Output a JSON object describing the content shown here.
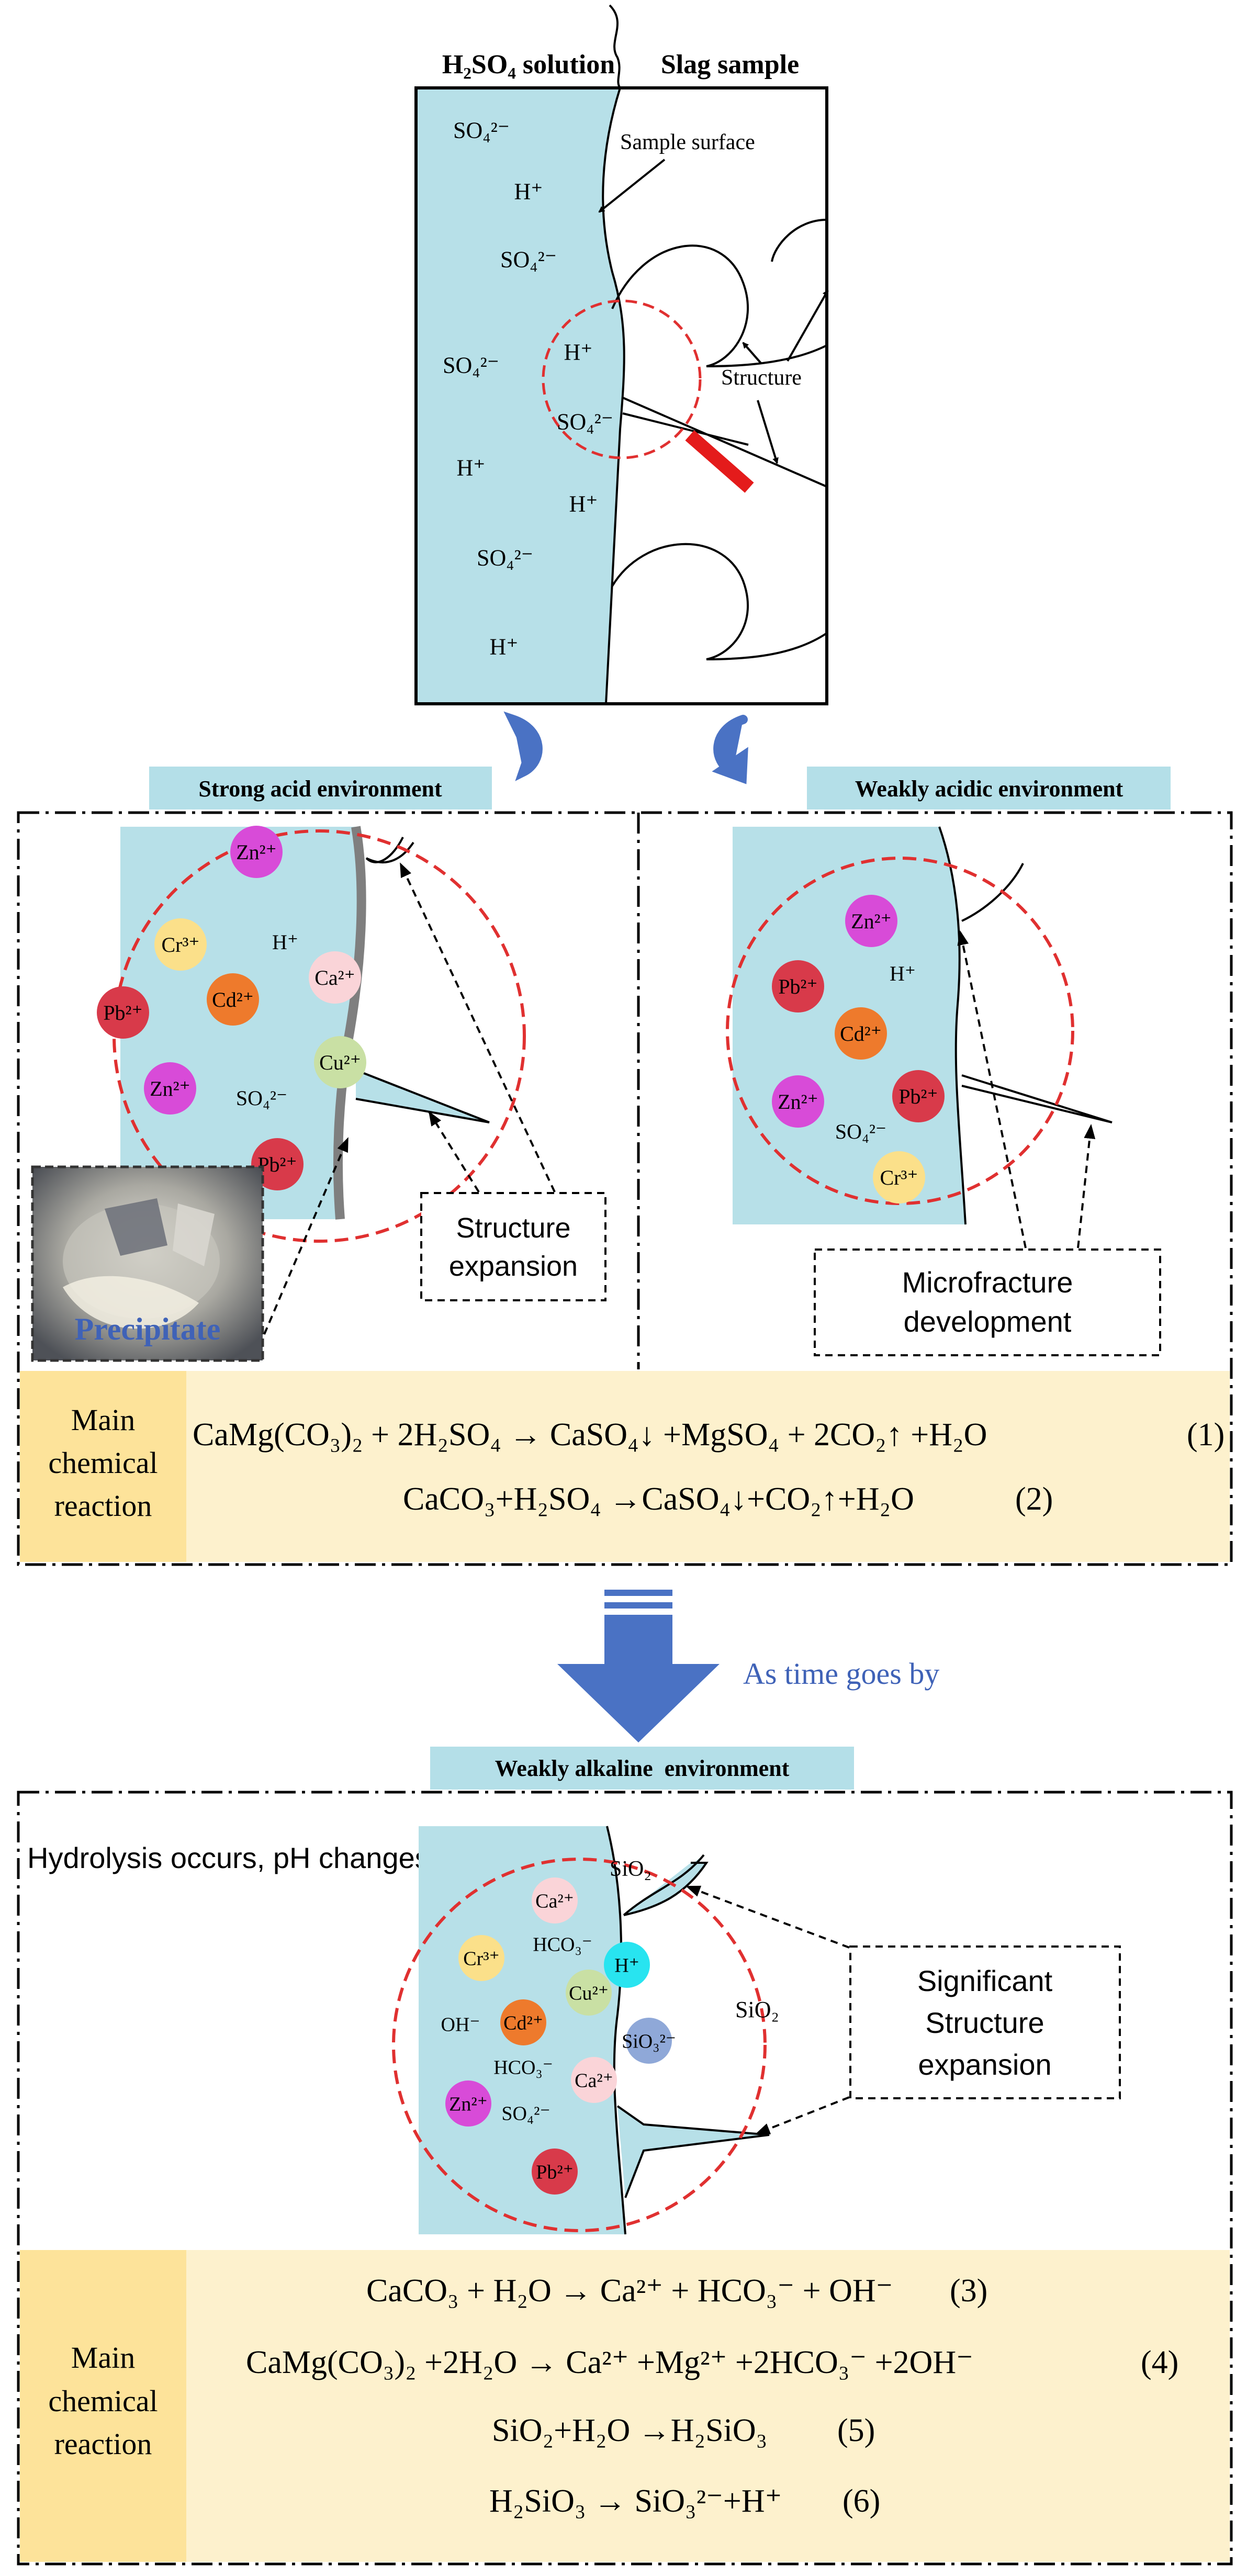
{
  "top": {
    "left_label": "H₂SO₄ solution",
    "right_label": "Slag sample",
    "sample_surface": "Sample surface",
    "structure": "Structure",
    "ions": [
      "SO₄²⁻",
      "H⁺",
      "SO₄²⁻",
      "SO₄²⁻",
      "H⁺",
      "SO₄²⁻",
      "H⁺",
      "H⁺",
      "SO₄²⁻",
      "H⁺"
    ]
  },
  "left_panel": {
    "title": "Strong acid environment",
    "ions": [
      "Zn²⁺",
      "Cr³⁺",
      "H⁺",
      "Ca²⁺",
      "Pb²⁺",
      "Cd²⁺",
      "Cu²⁺",
      "Zn²⁺",
      "SO₄²⁻",
      "Pb²⁺"
    ],
    "photo_label": "Precipitate",
    "box_line1": "Structure",
    "box_line2": "expansion"
  },
  "right_panel": {
    "title": "Weakly acidic environment",
    "ions": [
      "Zn²⁺",
      "Pb²⁺",
      "H⁺",
      "Cd²⁺",
      "Zn²⁺",
      "Pb²⁺",
      "SO₄²⁻",
      "Cr³⁺"
    ],
    "box_line1": "Microfracture",
    "box_line2": "development"
  },
  "reactions1": {
    "label_lines": [
      "Main",
      "chemical",
      "reaction"
    ],
    "eq1": "CaMg(CO₃)₂ + 2H₂SO₄ → CaSO₄↓ +MgSO₄ + 2CO₂↑ +H₂O",
    "eq1_num": "(1)",
    "eq2": "CaCO₃+H₂SO₄ →CaSO₄↓+CO₂↑+H₂O",
    "eq2_num": "(2)"
  },
  "time_label": "As time goes by",
  "bottom": {
    "title": "Weakly alkaline  environment",
    "hydrolysis": "Hydrolysis occurs, pH changes",
    "sio2_top": "SiO₂",
    "sio2_right": "SiO₂",
    "ions": [
      "Ca²⁺",
      "Cr³⁺",
      "HCO₃⁻",
      "H⁺",
      "Cu²⁺",
      "Cd²⁺",
      "OH⁻",
      "SiO₃²⁻",
      "HCO₃⁻",
      "Ca²⁺",
      "Zn²⁺",
      "SO₄²⁻",
      "Pb²⁺"
    ],
    "box_lines": [
      "Significant",
      "Structure",
      "expansion"
    ]
  },
  "reactions2": {
    "label_lines": [
      "Main",
      "chemical",
      "reaction"
    ],
    "eq3": "CaCO₃ + H₂O → Ca²⁺ + HCO₃⁻ + OH⁻",
    "eq3_num": "(3)",
    "eq4": "CaMg(CO₃)₂ +2H₂O → Ca²⁺ +Mg²⁺ +2HCO₃⁻ +2OH⁻",
    "eq4_num": "(4)",
    "eq5": "SiO₂+H₂O →H₂SiO₃",
    "eq5_num": "(5)",
    "eq6": "H₂SiO₃ → SiO₃²⁻+H⁺",
    "eq6_num": "(6)"
  },
  "colors": {
    "solution": "#b7e0e8",
    "title_bg": "#b4dfe8",
    "reaction_bg": "#fdf1cd",
    "reaction_label_bg": "#fde39a",
    "arrow_blue": "#4a72c4",
    "red_dashed": "#e03030",
    "zn": "#d84bd8",
    "pb": "#d83a4a",
    "cd": "#ee7a2c",
    "cr": "#fbe08a",
    "ca": "#fad4d8",
    "cu": "#c9e0a4",
    "h_ion": "#28e4f0",
    "sio3": "#8fa8d8"
  }
}
